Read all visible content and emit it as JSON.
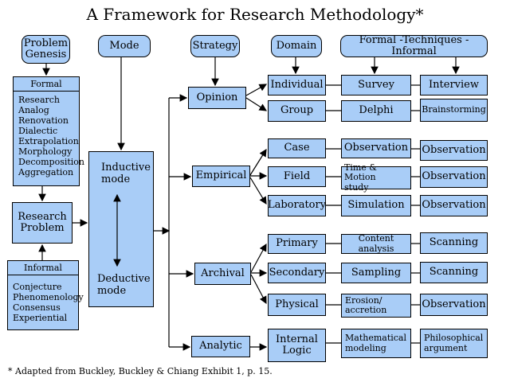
{
  "title": "A Framework for Research Methodology*",
  "footnote": "* Adapted from Buckley, Buckley & Chiang Exhibit 1, p. 15.",
  "headers": {
    "problem_genesis": "Problem\nGenesis",
    "mode": "Mode",
    "strategy": "Strategy",
    "domain": "Domain",
    "techniques": "Formal -Techniques -Informal"
  },
  "formal": {
    "label": "Formal",
    "items": [
      "Research",
      "Analog",
      "Renovation",
      "Dialectic",
      "Extrapolation",
      "Morphology",
      "Decomposition",
      "Aggregation"
    ]
  },
  "research_problem": "Research\nProblem",
  "informal": {
    "label": "Informal",
    "items": [
      "Conjecture",
      "Phenomenology",
      "Consensus",
      "Experiential"
    ]
  },
  "mode": {
    "inductive": "Inductive\nmode",
    "deductive": "Deductive\nmode"
  },
  "strategies": [
    "Opinion",
    "Empirical",
    "Archival",
    "Analytic"
  ],
  "domains": [
    "Individual",
    "Group",
    "Case",
    "Field",
    "Laboratory",
    "Primary",
    "Secondary",
    "Physical",
    "Internal\nLogic"
  ],
  "formal_techniques": [
    "Survey",
    "Delphi",
    "Observation",
    "Time & Motion\nstudy",
    "Simulation",
    "Content analysis",
    "Sampling",
    "Erosion/\naccretion",
    "Mathematical\nmodeling"
  ],
  "informal_techniques": [
    "Interview",
    "Brainstorming",
    "Observation",
    "Observation",
    "Observation",
    "Scanning",
    "Scanning",
    "Observation",
    "Philosophical\nargument"
  ],
  "colors": {
    "box_fill": "#a9cdf7",
    "line": "#000000"
  }
}
